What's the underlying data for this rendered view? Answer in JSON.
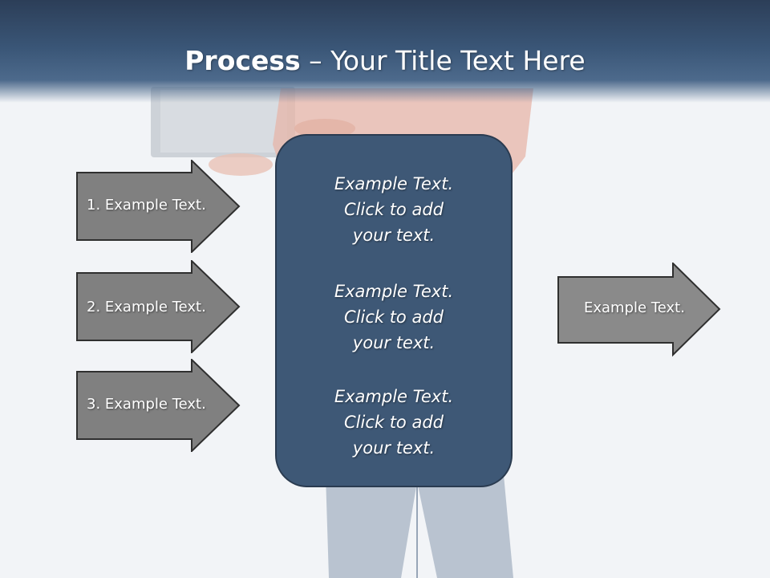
{
  "title": {
    "bold": "Process",
    "rest": " – Your Title Text Here"
  },
  "left_arrows": [
    {
      "label": "1. Example Text."
    },
    {
      "label": "2. Example Text."
    },
    {
      "label": "3. Example Text."
    }
  ],
  "center_box": {
    "paragraphs": [
      {
        "line1": "Example Text.",
        "line2": "Click  to add",
        "line3": "your text."
      },
      {
        "line1": "Example Text.",
        "line2": "Click  to add",
        "line3": "your text."
      },
      {
        "line1": "Example Text.",
        "line2": "Click  to add",
        "line3": "your text."
      }
    ]
  },
  "right_arrow": {
    "label": "Example Text."
  },
  "colors": {
    "header": "#3a5677",
    "center_box": "#3e5876",
    "arrow_fill": "#808080",
    "arrow_stroke": "#2f2f2f"
  }
}
